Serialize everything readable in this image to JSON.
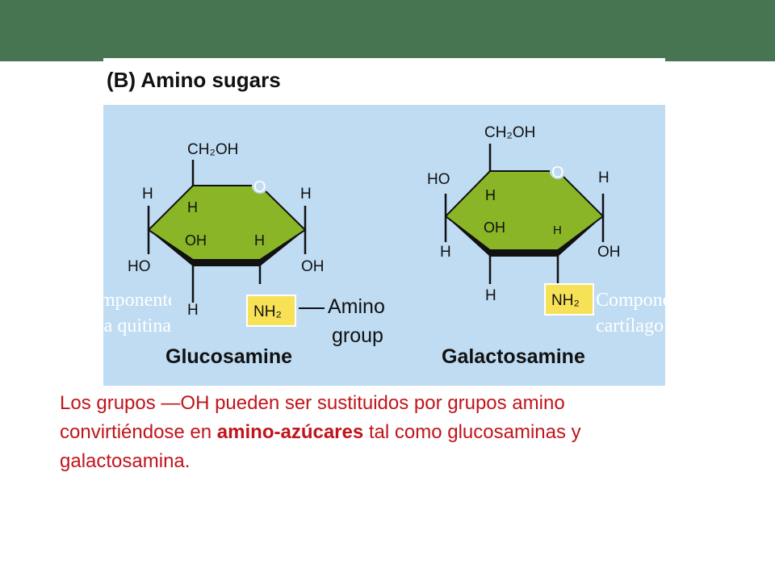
{
  "colors": {
    "header_bar": "#477552",
    "panel_bg": "#bfdcf3",
    "ring_fill": "#8ab526",
    "amino_highlight": "#f7e157",
    "body_text": "#c0141b",
    "ring_label_O": "#ffffff"
  },
  "figure": {
    "title": "(B)  Amino sugars",
    "annotation_line1": "Amino",
    "annotation_line2": "group",
    "glucosamine": {
      "name": "Glucosamine",
      "top_group": "CH₂OH",
      "ring_oxygen": "O",
      "left_top": "H",
      "c5_h": "H",
      "right_top": "H",
      "c4_oh": "OH",
      "c2_h": "H",
      "left_ho": "HO",
      "right_oh": "OH",
      "bottom_h": "H",
      "amino": "NH₂"
    },
    "galactosamine": {
      "name": "Galactosamine",
      "top_group": "CH₂OH",
      "ring_oxygen": "O",
      "left_ho": "HO",
      "c5_h": "H",
      "right_top": "H",
      "c4_oh": "OH",
      "c2_h": "H",
      "left_h": "H",
      "right_oh": "OH",
      "bottom_h": "H",
      "amino": "NH₂"
    }
  },
  "ghost_text": {
    "left_line1": "Componente de",
    "left_line2": "la quitina",
    "right_line1": "Componente del",
    "right_line2": "cartílago"
  },
  "body": {
    "part1": "Los grupos —OH pueden ser sustituidos por grupos amino convirtiéndose en ",
    "bold": "amino-azúcares",
    "part2": " tal como glucosaminas y galactosamina."
  }
}
